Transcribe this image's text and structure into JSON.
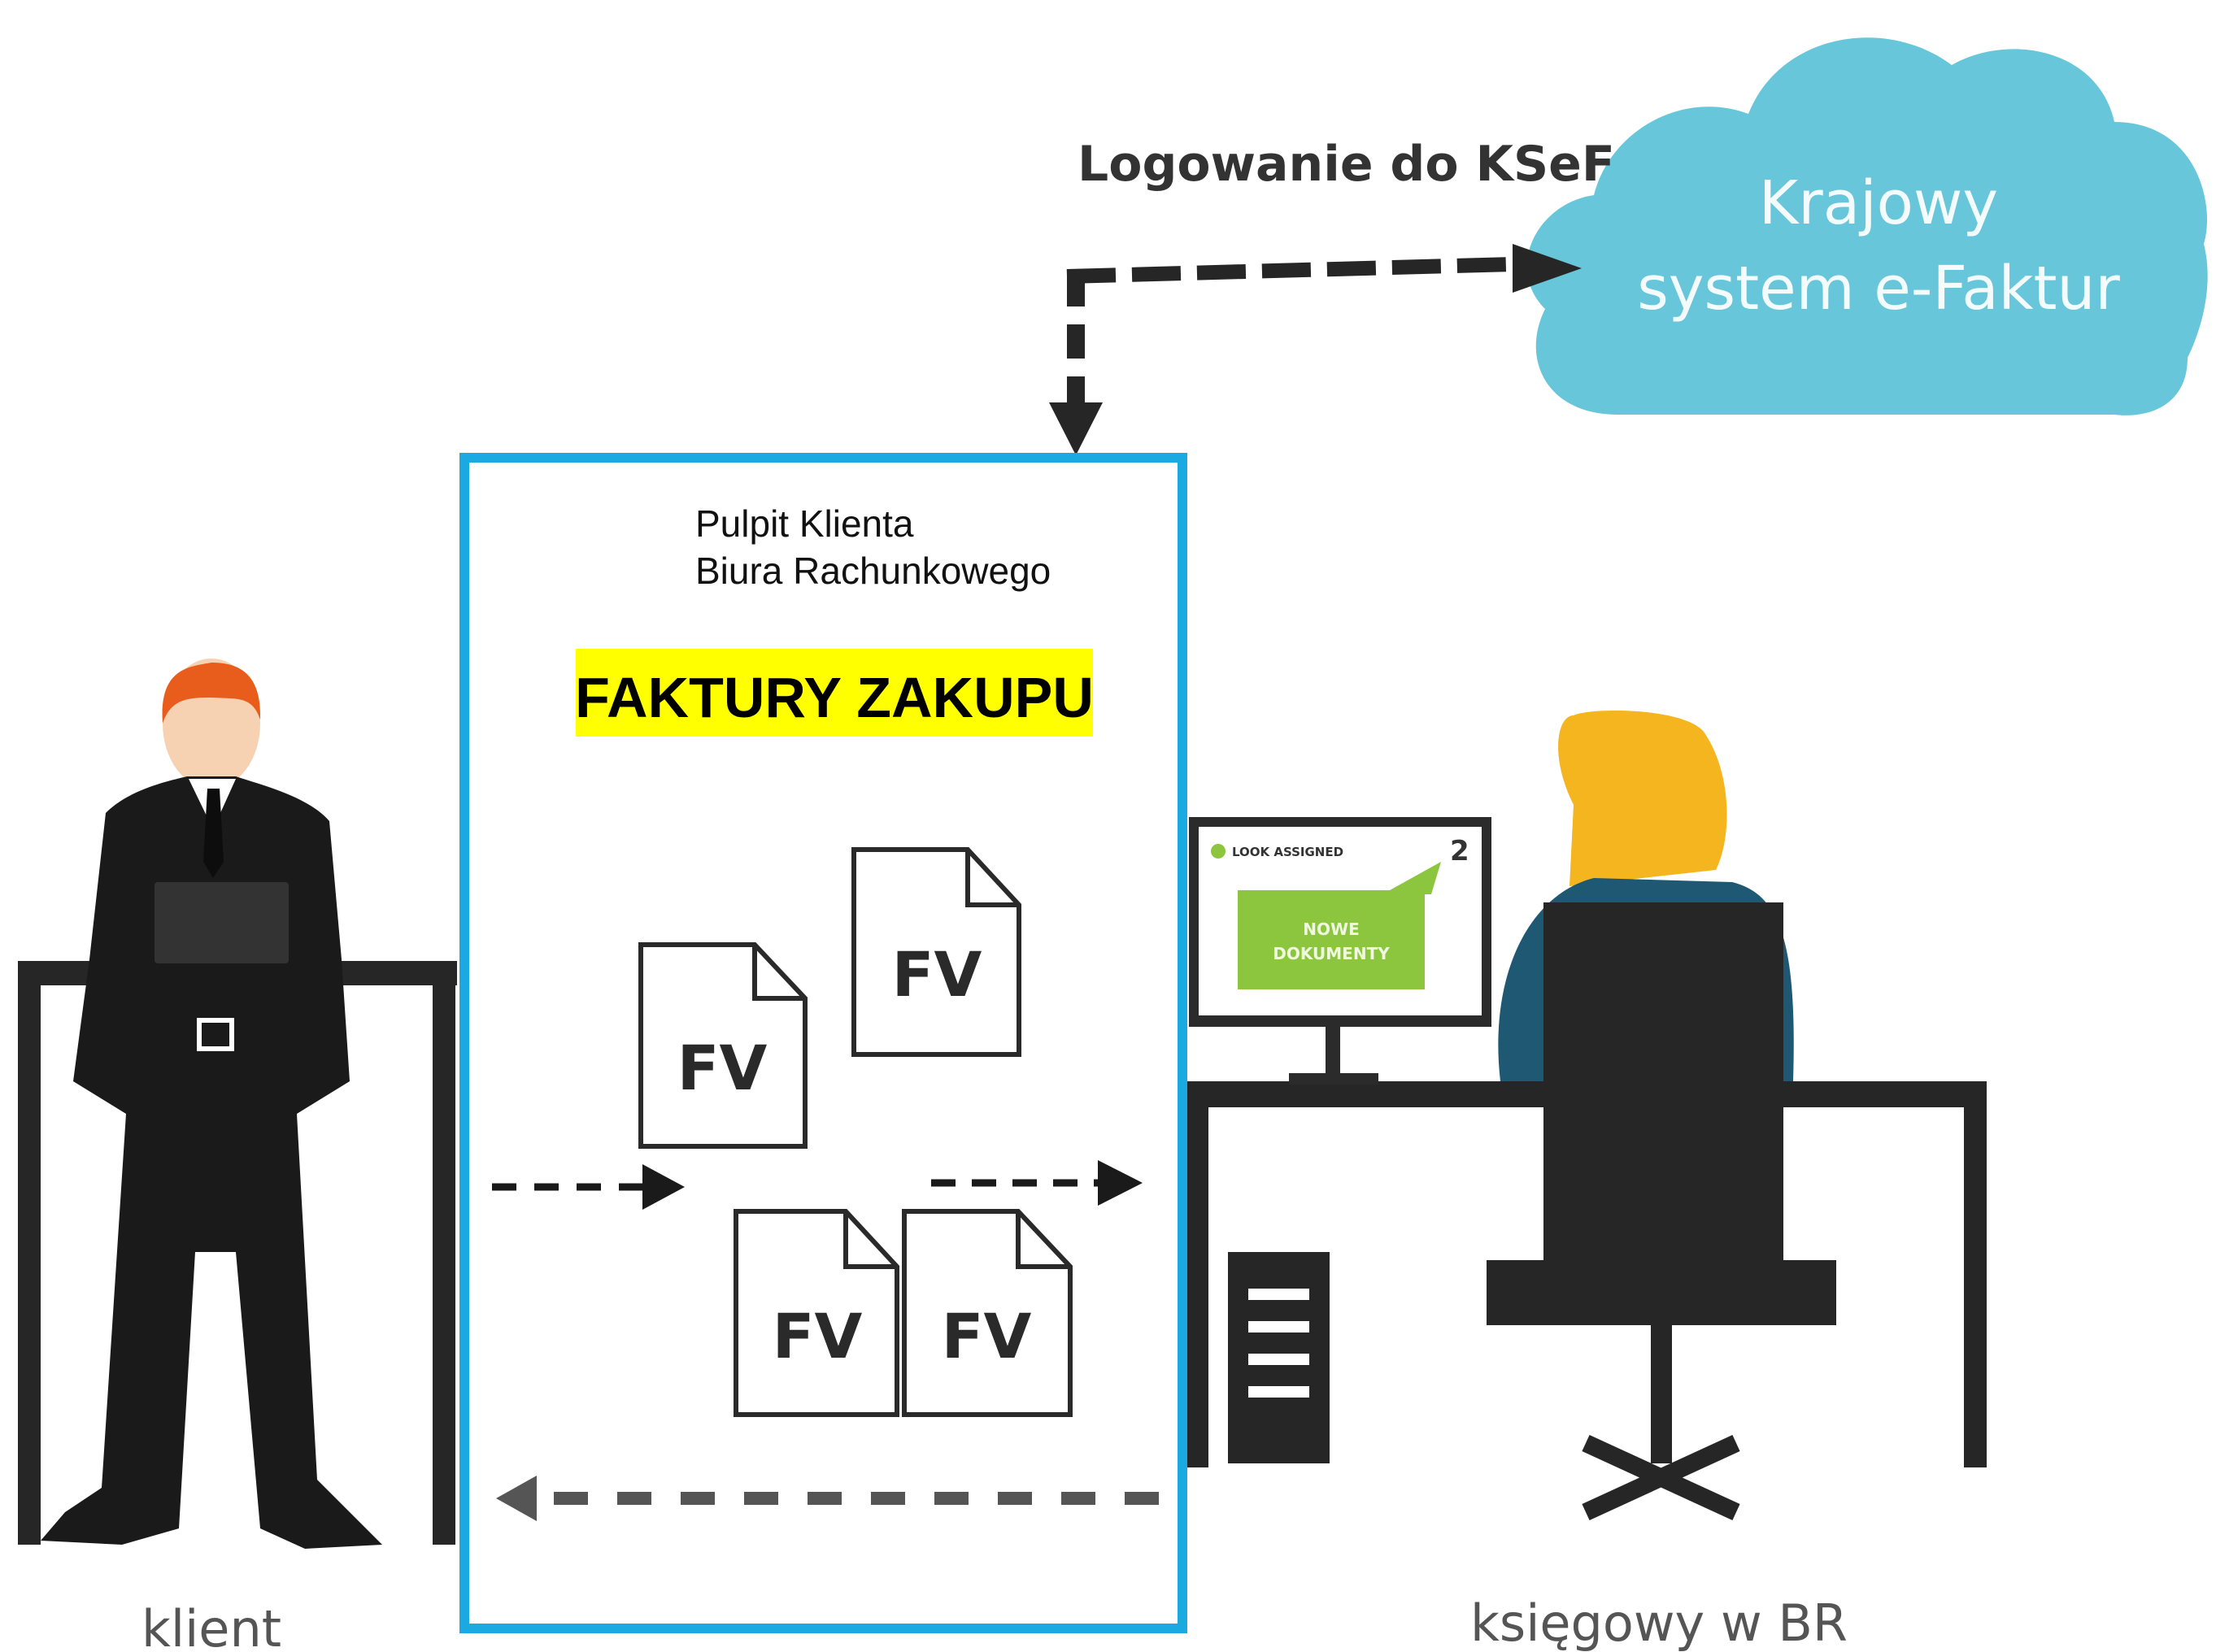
{
  "ksef_login_label": "Logowanie do KSeF",
  "cloud": {
    "line1": "Krajowy",
    "line2": "system e-Faktur"
  },
  "panel": {
    "title_line1": "Pulpit Klienta",
    "title_line2": "Biura Rachunkowego",
    "banner": "FAKTURY ZAKUPU",
    "documents": [
      "FV",
      "FV",
      "FV",
      "FV"
    ]
  },
  "monitor": {
    "brand": "LOOK ASSIGNED",
    "badge": "2",
    "notification_line1": "NOWE",
    "notification_line2": "DOKUMENTY"
  },
  "client_label": "klient",
  "accountant_label": "księgowy w BR",
  "colors": {
    "panel_border": "#1ba9e1",
    "banner_bg": "#ffff00",
    "cloud": "#67c6d9",
    "monitor_screen": "#8cc63f",
    "hair_client": "#e85d1c",
    "hair_accountant": "#f5b51e",
    "suit": "#1a1a1a",
    "furniture": "#262626"
  }
}
